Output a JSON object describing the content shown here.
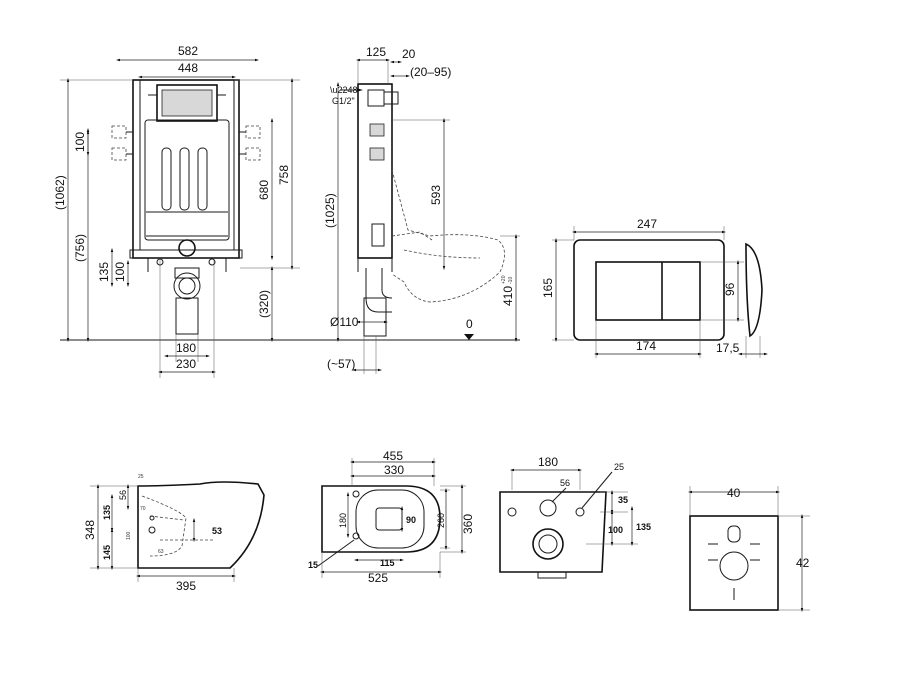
{
  "frame_front": {
    "width_outer": "582",
    "width_inner": "448",
    "height_total": "(1062)",
    "height_756": "(756)",
    "height_758": "758",
    "height_680": "680",
    "height_320": "(320)",
    "spacing_100_top": "100",
    "spacing_135": "135",
    "spacing_100_bottom": "100",
    "bottom_180": "180",
    "bottom_230": "230"
  },
  "frame_side": {
    "depth_125": "125",
    "depth_20": "20",
    "adjust": "(20–95)",
    "inlet": "G1/2\"",
    "height_1025": "(1025)",
    "height_593": "593",
    "height_410": "410",
    "tol_plus": "+20",
    "tol_minus": "-10",
    "drain_dia": "Ø110",
    "floor_zero": "0",
    "offset_57": "(~57)"
  },
  "flush_plate": {
    "width": "247",
    "height": "165",
    "button_width": "174",
    "button_height": "96",
    "thickness": "17,5"
  },
  "toilet_side": {
    "height": "348",
    "length": "395",
    "dim_145": "145",
    "dim_135": "135",
    "dim_56": "56",
    "dim_53": "53",
    "tiny_25": "25",
    "tiny_70": "70",
    "tiny_100": "100",
    "tiny_63": "63"
  },
  "toilet_top": {
    "width_455": "455",
    "width_330": "330",
    "length": "525",
    "dim_115": "115",
    "dim_15": "15",
    "dim_180": "180",
    "dim_90": "90",
    "dim_260": "260",
    "dim_360": "360"
  },
  "toilet_back": {
    "dim_180": "180",
    "dim_25": "25",
    "dim_56": "56",
    "dim_35": "35",
    "dim_100": "100",
    "dim_135": "135"
  },
  "mount_plate": {
    "width": "40",
    "height": "42"
  }
}
